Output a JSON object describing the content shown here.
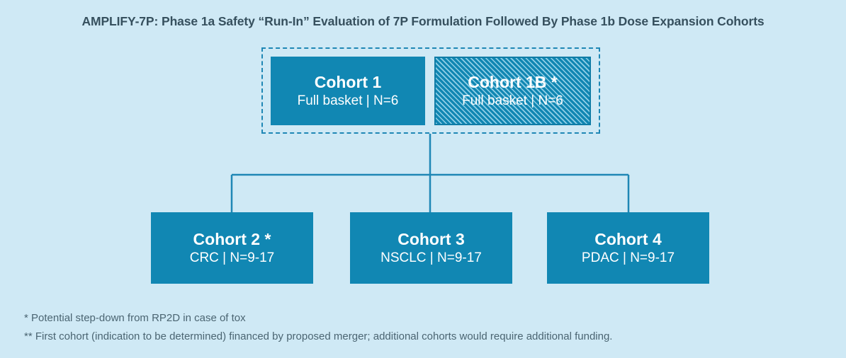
{
  "slide": {
    "title": "AMPLIFY-7P: Phase 1a Safety “Run-In” Evaluation of 7P Formulation Followed By Phase 1b Dose Expansion Cohorts",
    "background_color": "#cfe9f5",
    "box_color": "#1187b3",
    "line_color": "#1f87b5",
    "title_color": "#36505e",
    "footnote_color": "#4b6572"
  },
  "phase1a": {
    "group_style": "dashed-outline",
    "cohorts": [
      {
        "name": "Cohort 1",
        "detail": "Full basket |  N=6",
        "fill": "solid"
      },
      {
        "name": "Cohort 1B *",
        "detail": "Full basket |  N=6",
        "fill": "hatched"
      }
    ]
  },
  "phase1b": {
    "cohorts": [
      {
        "name": "Cohort 2 *",
        "detail": "CRC  |  N=9-17",
        "fill": "solid"
      },
      {
        "name": "Cohort 3",
        "detail": "NSCLC  |  N=9-17",
        "fill": "solid"
      },
      {
        "name": "Cohort 4",
        "detail": "PDAC  |  N=9-17",
        "fill": "solid"
      }
    ]
  },
  "footnotes": [
    "*  Potential step-down from RP2D in case of tox",
    "**  First cohort (indication to be determined) financed by proposed merger; additional cohorts would require additional funding."
  ]
}
